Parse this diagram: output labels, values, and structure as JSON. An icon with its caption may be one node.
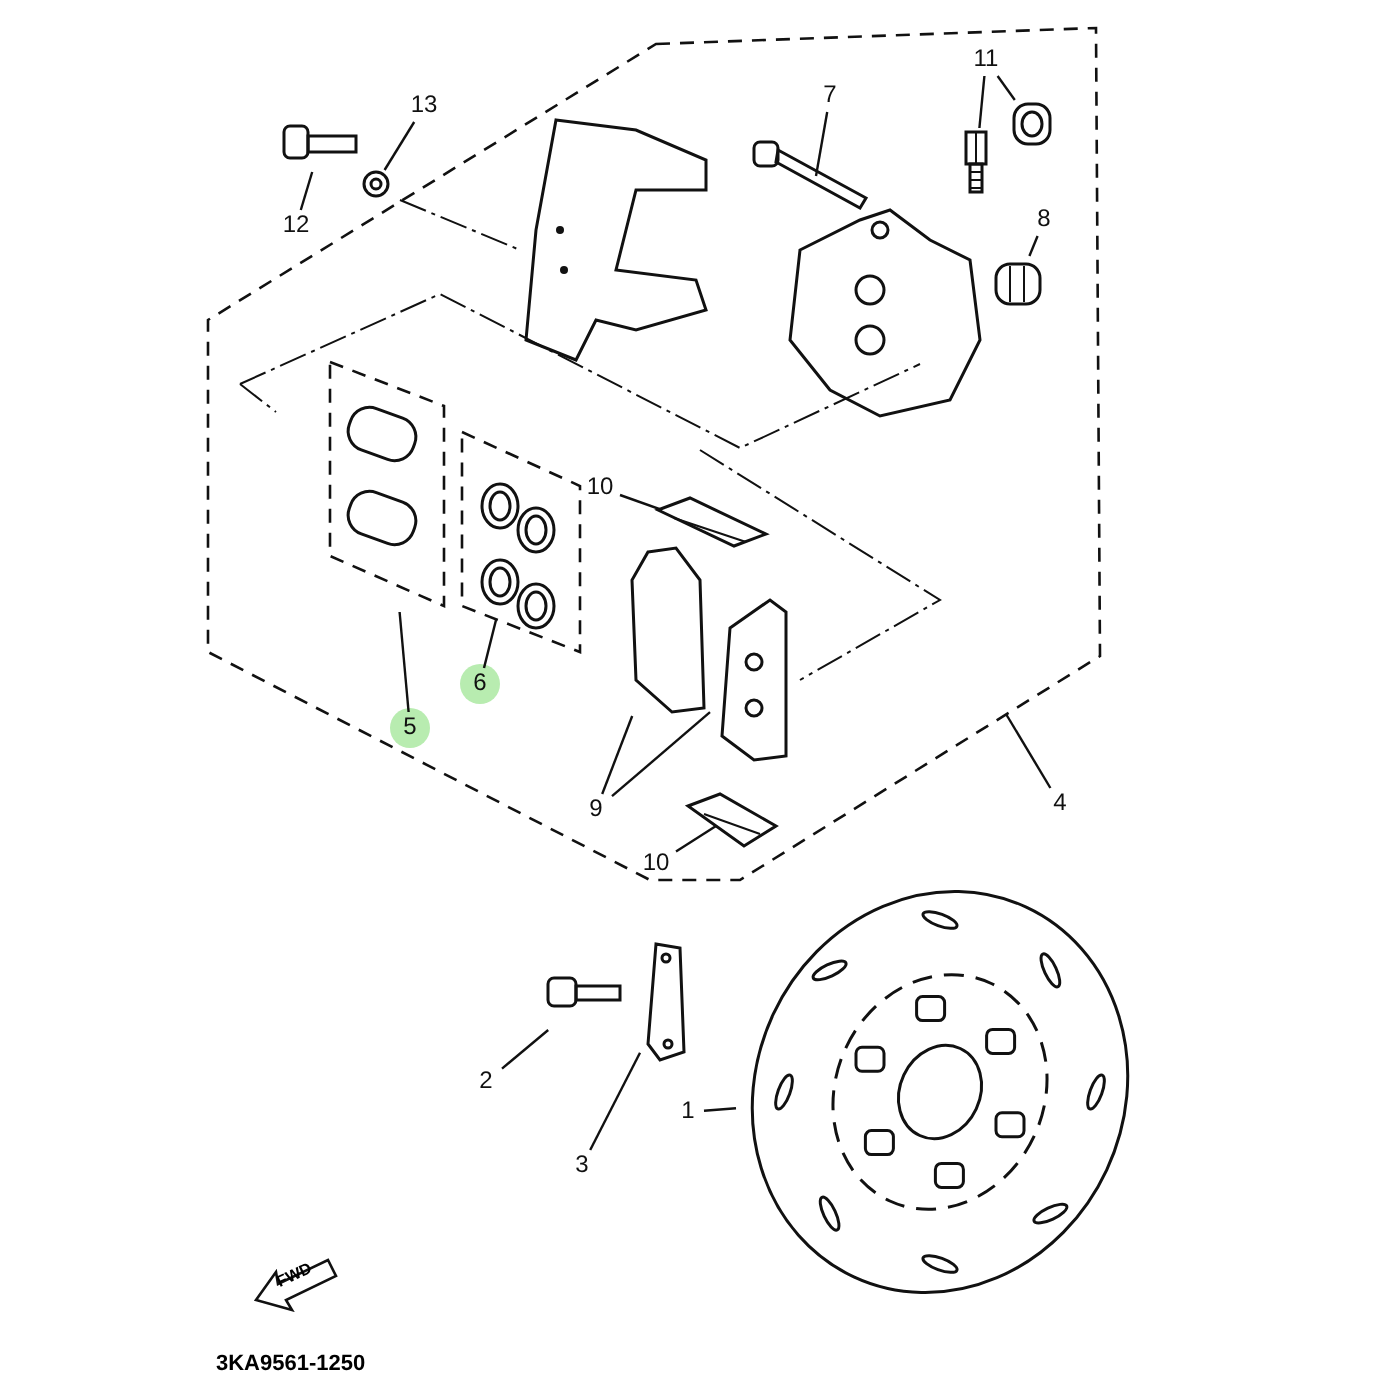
{
  "diagram": {
    "nodes": [
      {
        "text": [],
        "shape": "box"
      },
      {
        "text": [
          "13"
        ],
        "in": 0
      },
      {
        "text": [
          "12"
        ],
        "in": 0
      },
      {
        "text": [
          "7"
        ],
        "in": 0
      },
      {
        "text": [
          "11"
        ],
        "in": 0
      },
      {
        "text": [
          "8"
        ],
        "in": 0
      },
      {
        "text": [
          "10"
        ],
        "in": 0
      },
      {
        "text": [
          "6"
        ],
        "in": 0
      },
      {
        "text": [
          "5"
        ],
        "in": 0
      },
      {
        "text": [
          "9"
        ],
        "in": 0
      },
      {
        "text": [
          "10"
        ],
        "in": 0
      },
      {
        "text": [],
        "shape": "picture",
        "in": 0
      },
      {
        "text": [],
        "shape": "picture",
        "in": 0
      },
      {
        "text": [],
        "shape": "picture",
        "in": 0
      },
      {
        "text": [],
        "shape": "picture",
        "in": 0
      },
      {
        "text": [],
        "shape": "picture",
        "in": 0
      },
      {
        "text": [],
        "shape": "picture",
        "in": 0
      },
      {
        "text": [],
        "shape": "picture",
        "in": 0
      },
      {
        "text": [],
        "shape": "picture",
        "in": 0
      },
      {
        "text": [],
        "shape": "picture",
        "in": 0
      },
      {
        "text": [],
        "shape": "box",
        "in": 0
      },
      {
        "text": [],
        "shape": "box",
        "in": 0
      },
      {
        "text": [],
        "shape": "picture",
        "in": 0
      },
      {
        "text": [],
        "shape": "picture",
        "in": 0
      },
      {
        "text": [],
        "shape": "picture",
        "in": 0
      },
      {
        "text": [
          "4"
        ]
      },
      {
        "text": [
          "2"
        ]
      },
      {
        "text": [
          "3"
        ]
      },
      {
        "text": [
          "1"
        ]
      },
      {
        "text": [],
        "shape": "picture"
      },
      {
        "text": [],
        "shape": "picture"
      },
      {
        "text": [],
        "shape": "picture"
      }
    ],
    "edges": [
      {
        "from": 1,
        "to": 11,
        "arrow": "none"
      },
      {
        "from": 2,
        "to": 12,
        "arrow": "none"
      },
      {
        "from": 3,
        "to": 14,
        "arrow": "none"
      },
      {
        "from": 4,
        "to": 15,
        "arrow": "none"
      },
      {
        "from": 4,
        "to": 16,
        "arrow": "none"
      },
      {
        "from": 5,
        "to": 18,
        "arrow": "none"
      },
      {
        "from": 6,
        "to": 19,
        "arrow": "none"
      },
      {
        "from": 7,
        "to": 21,
        "arrow": "none"
      },
      {
        "from": 8,
        "to": 20,
        "arrow": "none"
      },
      {
        "from": 9,
        "to": 22,
        "arrow": "none"
      },
      {
        "from": 9,
        "to": 23,
        "arrow": "none"
      },
      {
        "from": 10,
        "to": 24,
        "arrow": "none"
      },
      {
        "from": 25,
        "to": 0,
        "arrow": "none"
      },
      {
        "from": 26,
        "to": 29,
        "arrow": "none"
      },
      {
        "from": 27,
        "to": 30,
        "arrow": "none"
      },
      {
        "from": 28,
        "to": 31,
        "arrow": "none"
      }
    ],
    "labels": [
      "FWD",
      "3KA9561-1250"
    ]
  }
}
